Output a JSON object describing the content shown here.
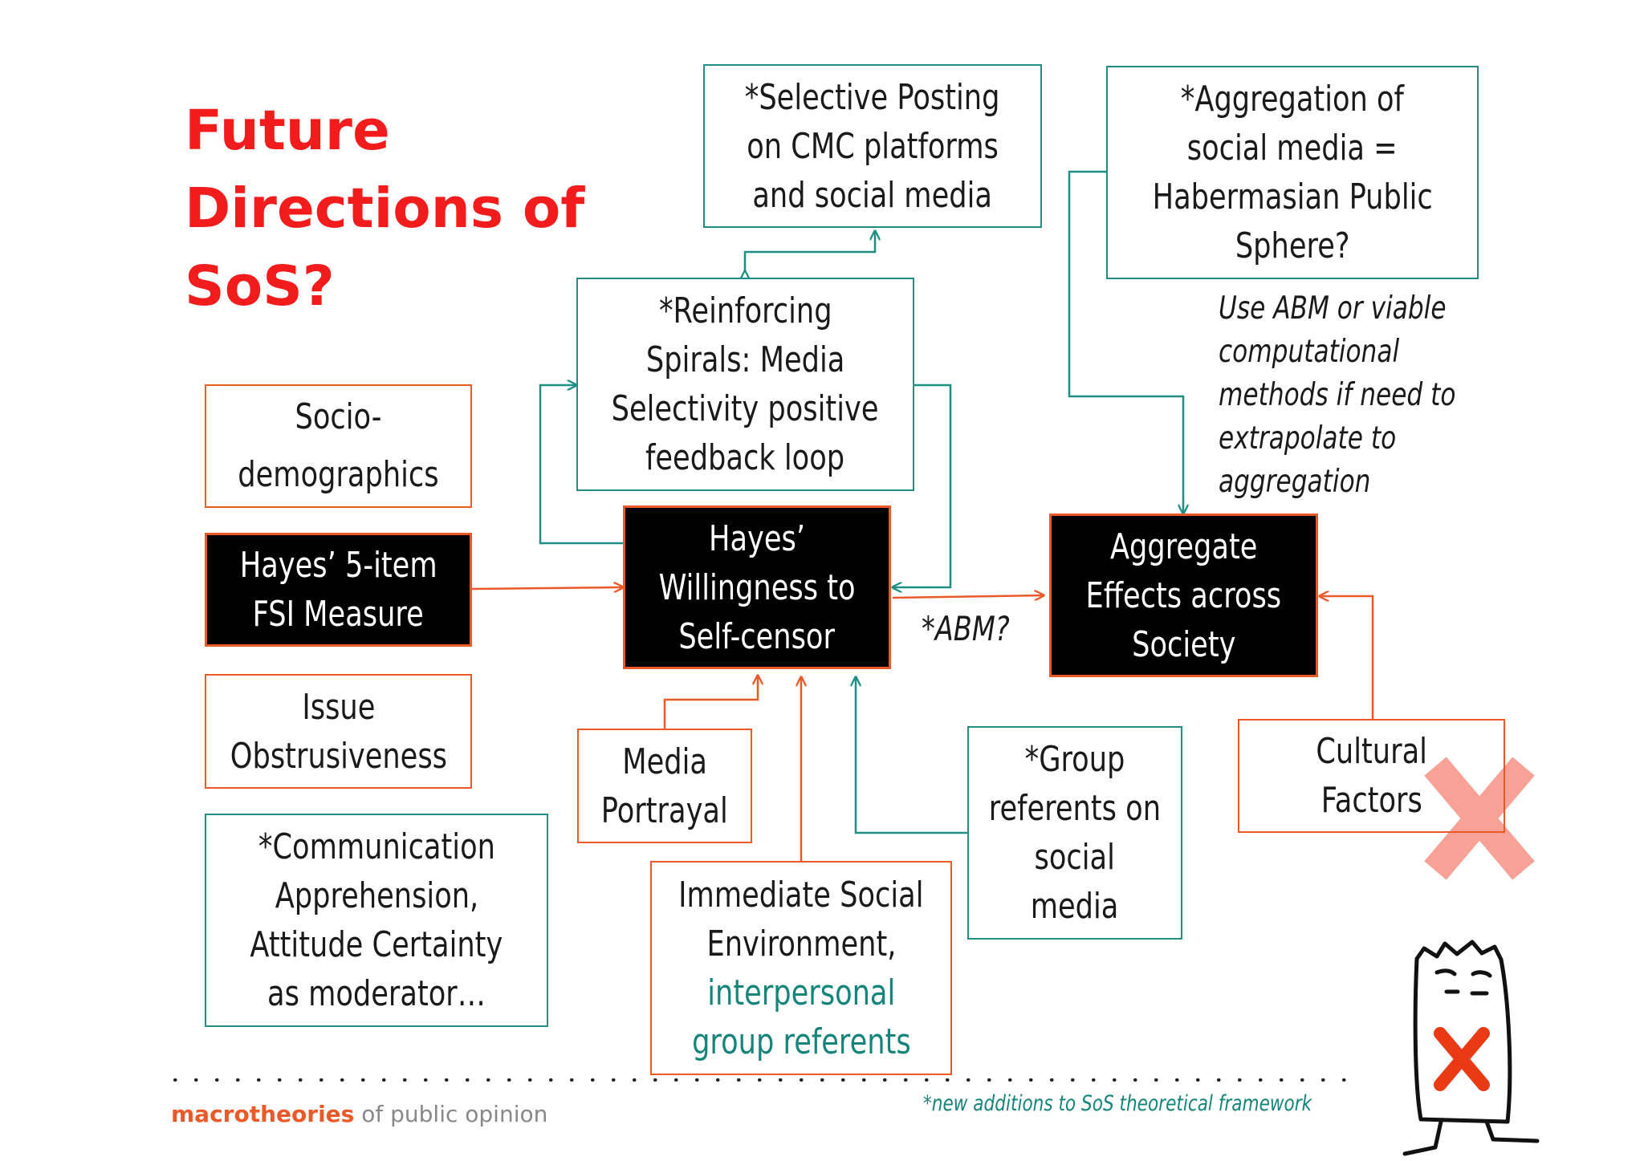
{
  "title_lines": [
    "Future",
    "Directions of",
    "SoS?"
  ],
  "boxes": {
    "selective_posting": [
      "*Selective Posting",
      "on CMC platforms",
      "and social media"
    ],
    "aggregation_social_media": [
      "*Aggregation of",
      "social media =",
      "Habermasian Public",
      "Sphere?"
    ],
    "reinforcing_spirals": [
      "*Reinforcing",
      "Spirals: Media",
      "Selectivity positive",
      "feedback loop"
    ],
    "sociodemographics": [
      "Socio-",
      "demographics"
    ],
    "hayes_fsi": [
      "Hayes’ 5-item",
      "FSI Measure"
    ],
    "hayes_wtsc": [
      "Hayes’",
      "Willingness to",
      "Self-censor"
    ],
    "aggregate_effects": [
      "Aggregate",
      "Effects across",
      "Society"
    ],
    "issue_obtrusiveness": [
      "Issue",
      "Obstrusiveness"
    ],
    "communication_apprehension": [
      "*Communication",
      "Apprehension,",
      "Attitude Certainty",
      "as moderator…"
    ],
    "media_portrayal": [
      "Media",
      "Portrayal"
    ],
    "immediate_social": [
      "Immediate Social",
      "Environment,",
      "interpersonal",
      "group referents"
    ],
    "group_referents": [
      "*Group",
      "referents on",
      "social",
      "media"
    ],
    "cultural_factors": [
      "Cultural",
      "Factors"
    ]
  },
  "abm_note": [
    "Use ABM or viable",
    "computational",
    "methods if need to",
    "extrapolate to",
    "aggregation"
  ],
  "abm_label": "*ABM?",
  "footer": {
    "brand": "macrotheories",
    "rest": " of public opinion",
    "additions_note": "*new additions to SoS theoretical framework"
  },
  "colors": {
    "title_red": "#f21c1c",
    "teal": "#1f8f85",
    "orange": "#ea5a28",
    "cross": "#f78a7e"
  }
}
